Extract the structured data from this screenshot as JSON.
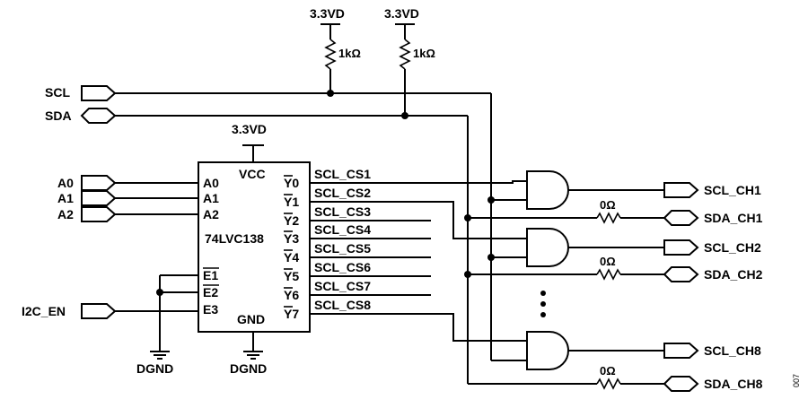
{
  "supply": {
    "rail_left": "3.3VD",
    "rail_right": "3.3VD",
    "ic_rail": "3.3VD"
  },
  "resistors": {
    "pullup_left": "1kΩ",
    "pullup_right": "1kΩ",
    "series_1": "0Ω",
    "series_2": "0Ω",
    "series_8": "0Ω"
  },
  "ports_in": {
    "scl": "SCL",
    "sda": "SDA",
    "a0": "A0",
    "a1": "A1",
    "a2": "A2",
    "i2c_en": "I2C_EN"
  },
  "ic": {
    "name": "74LVC138",
    "vcc": "VCC",
    "gnd": "GND",
    "inputs": [
      "A0",
      "A1",
      "A2"
    ],
    "enables": [
      "E1",
      "E2",
      "E3"
    ],
    "outputs": [
      "Y0",
      "Y1",
      "Y2",
      "Y3",
      "Y4",
      "Y5",
      "Y6",
      "Y7"
    ]
  },
  "chip_selects": [
    "SCL_CS1",
    "SCL_CS2",
    "SCL_CS3",
    "SCL_CS4",
    "SCL_CS5",
    "SCL_CS6",
    "SCL_CS7",
    "SCL_CS8"
  ],
  "ports_out": {
    "scl_ch1": "SCL_CH1",
    "sda_ch1": "SDA_CH1",
    "scl_ch2": "SCL_CH2",
    "sda_ch2": "SDA_CH2",
    "scl_ch8": "SCL_CH8",
    "sda_ch8": "SDA_CH8"
  },
  "grounds": {
    "left": "DGND",
    "ic": "DGND"
  },
  "figure_number": "007"
}
